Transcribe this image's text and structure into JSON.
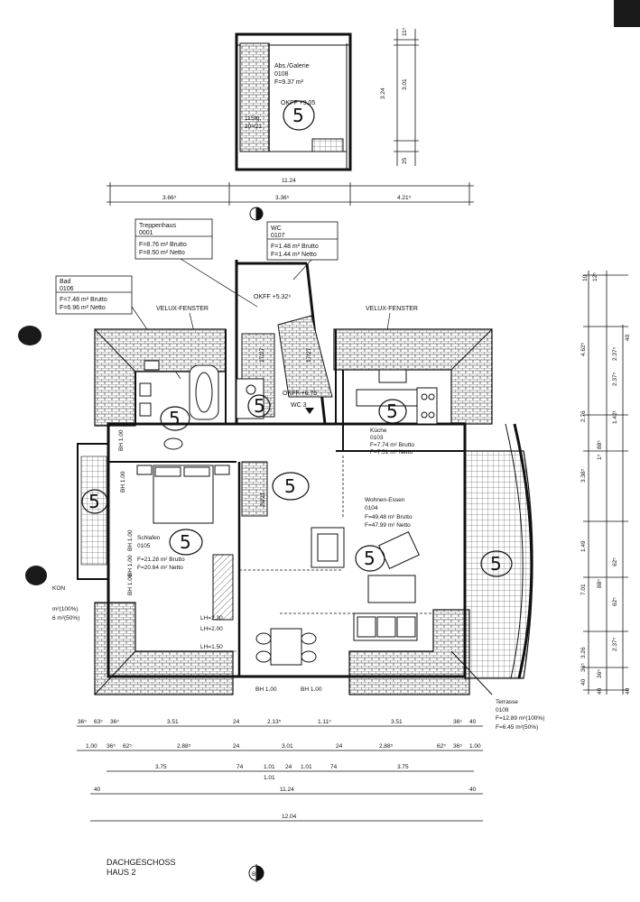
{
  "rooms": {
    "galerie": {
      "name": "Abs./Galerie",
      "num": "0108",
      "area": "F=9.37 m²",
      "level": "OKFF +9.05",
      "stairs": "11Stg.",
      "stairs_ratio": "20⁸/21"
    },
    "treppenhaus": {
      "name": "Treppenhaus",
      "num": "0001",
      "brutto": "F=8.76 m² Brutto",
      "netto": "F=8.50 m² Netto"
    },
    "wc": {
      "name": "WC",
      "num": "0107",
      "brutto": "F=1.48 m² Brutto",
      "netto": "F=1.44 m² Netto",
      "level": "OKFF +5.32⁶"
    },
    "bad": {
      "name": "Bad",
      "num": "0106",
      "brutto": "F=7.48 m² Brutto",
      "netto": "F=6.96 m² Netto"
    },
    "kueche": {
      "name": "Küche",
      "num": "0103",
      "brutto": "F=7.74 m² Brutto",
      "netto": "F=7.51 m² Netto"
    },
    "schlafen": {
      "name": "Schlafen",
      "num": "0105",
      "brutto": "F=21.28 m² Brutto",
      "netto": "F=20.64 m² Netto"
    },
    "wohnen": {
      "name": "Wohnen-Essen",
      "num": "0104",
      "brutto": "F=49.48 m² Brutto",
      "netto": "F=47.99 m² Netto"
    },
    "terrasse": {
      "name": "Terrasse",
      "num": "0109",
      "full": "F=12.89 m²(100%)",
      "half": "F=6.45 m²(50%)"
    },
    "balkon": {
      "name": "KON",
      "full": "m²(100%)",
      "half": "6 m²(50%)"
    }
  },
  "annotations": {
    "velux_left": "VELUX-FENSTER",
    "velux_right": "VELUX-FENSTER",
    "level_mid": "OKFF +6.75",
    "wc_mark": "WC 3",
    "lh1": "LH=2.30",
    "lh2": "LH=2.00",
    "lh3": "LH=1.50",
    "stair_a": "17/27",
    "stair_b": "17/27",
    "stair_c": "20/21",
    "bh_bottom_1": "BH 1.00",
    "bh_bottom_2": "BH 1.00",
    "bh_left_1": "BH 1.00",
    "bh_left_2": "BH 1.00",
    "bh_left_3": "BH 1.00",
    "bh_left_4": "BH 1.00",
    "bh_left_5": "BH 1.00",
    "circle_mark": "5"
  },
  "top_dims": {
    "total": "11.24",
    "left": "3.66⁵",
    "mid": "3.36⁵",
    "right": "4.21⁵",
    "v1": "3.24",
    "v2": "3.01",
    "v3": "11⁵",
    "v4": "25"
  },
  "bottom_dims": {
    "row1": [
      "36⁵",
      "63⁵",
      "36⁵",
      "3.51",
      "24",
      "2.13⁵",
      "1.11⁵",
      "3.51",
      "36⁵",
      "40"
    ],
    "row2": [
      "1.00",
      "36⁵",
      "62⁵",
      "2.88⁵",
      "24",
      "3.01",
      "24",
      "2.88⁵",
      "62⁵",
      "36⁵",
      "1.00"
    ],
    "row3": [
      "3.75",
      "74",
      "1.01",
      "24",
      "1.01",
      "74",
      "3.75"
    ],
    "row3b": "1.01",
    "row4": [
      "40",
      "11.24",
      "40"
    ],
    "row5": "12.04"
  },
  "right_dims": {
    "top": "10",
    "tiny": "12⁵",
    "a": "4.62⁵",
    "b": "2.76",
    "c": "3.38⁵",
    "d": "1.49",
    "e": "7.01",
    "f": "3.26",
    "g1": "40",
    "g2": "2.37⁵",
    "g3": "2.37⁵",
    "g4": "1.42¹",
    "g5": "88⁵",
    "g6": "1⁵",
    "g7": "62⁵",
    "g8": "88⁵",
    "g9": "62⁵",
    "g10": "2.37⁵",
    "g11": "40",
    "g12": "40",
    "g13": "36⁵",
    "g14": "40",
    "g15": "36⁵"
  },
  "footer": {
    "line1": "DACHGESCHOSS",
    "line2": "HAUS 2",
    "north": "B"
  }
}
